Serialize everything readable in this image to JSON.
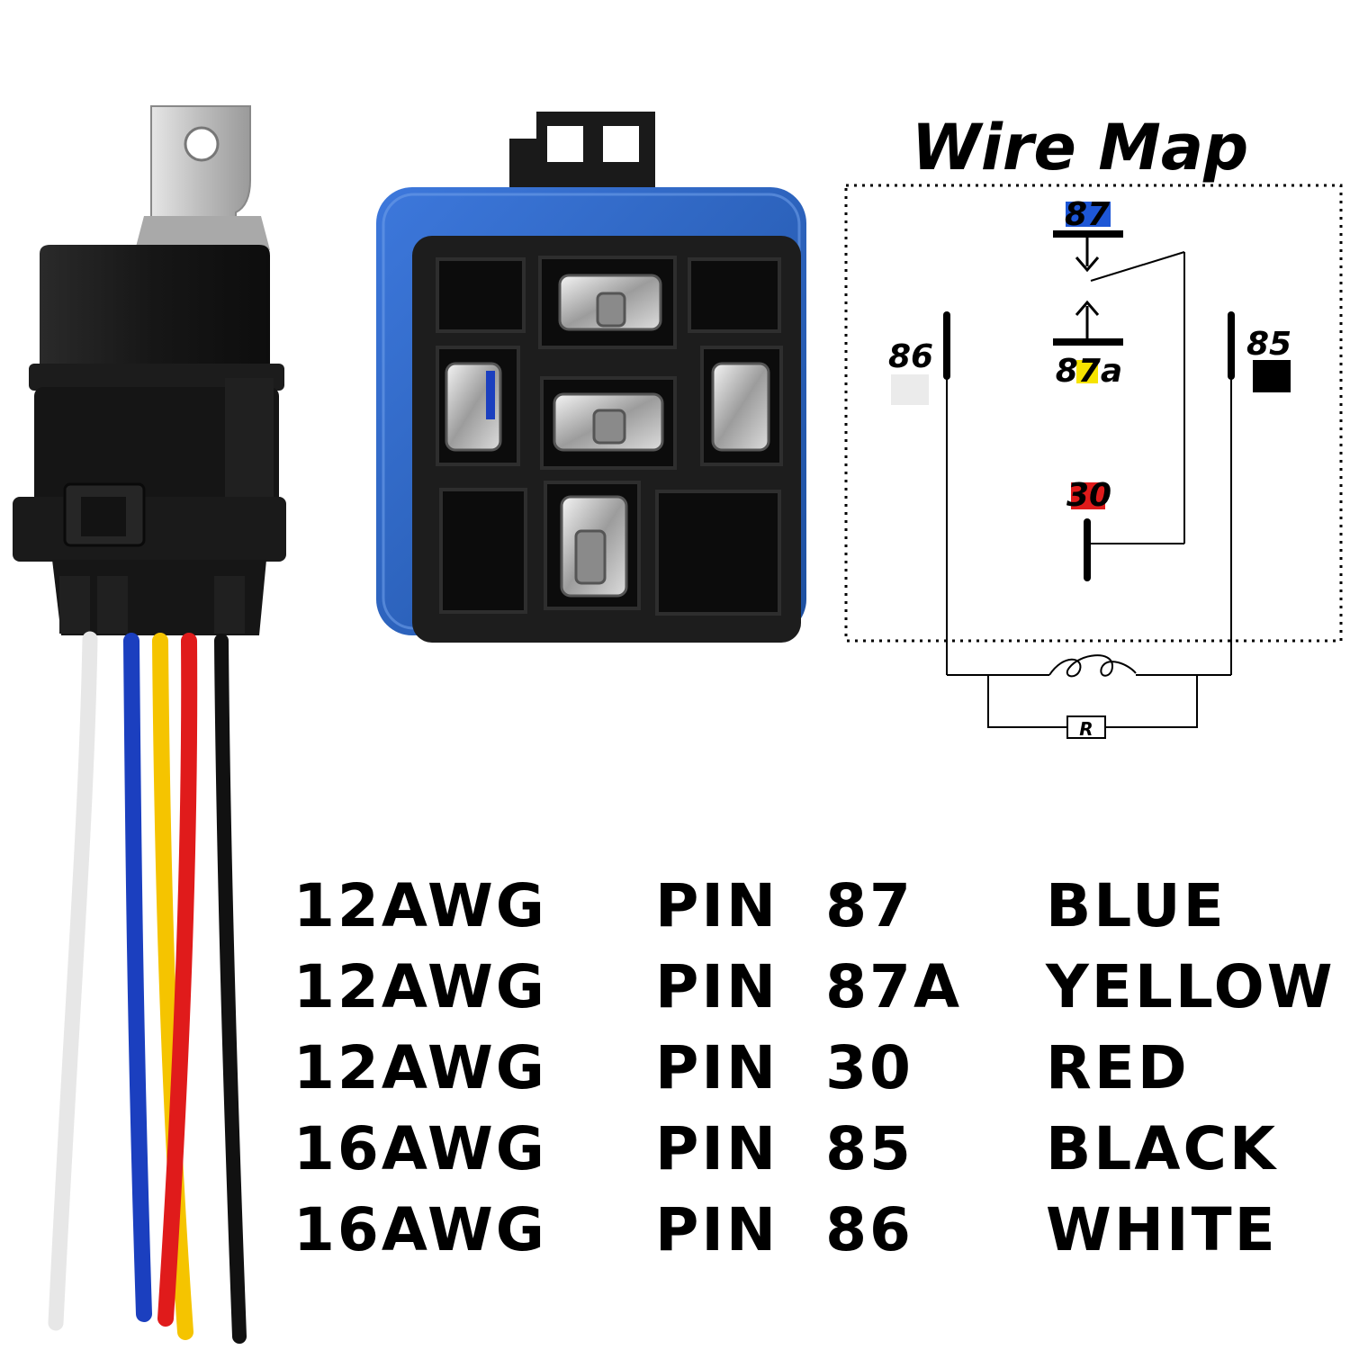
{
  "wire_map": {
    "title": "Wire Map",
    "pins": {
      "p87": "87",
      "p87a": "87a",
      "p86": "86",
      "p85": "85",
      "p30": "30"
    },
    "resistor_label": "R"
  },
  "wire_colors": {
    "white": "#f2f2f2",
    "blue": "#1b3fbf",
    "yellow": "#f5c400",
    "red": "#e01b1b",
    "black": "#111111"
  },
  "connector_colors": {
    "relay_body": "#161616",
    "socket_blue": "#2a62c4",
    "bracket": "#c8c8c8"
  },
  "specs": [
    {
      "gauge": "12AWG",
      "pin": "PIN  87",
      "color": "BLUE"
    },
    {
      "gauge": "12AWG",
      "pin": "PIN  87A",
      "color": "YELLOW"
    },
    {
      "gauge": "12AWG",
      "pin": "PIN  30",
      "color": "RED"
    },
    {
      "gauge": "16AWG",
      "pin": "PIN  85",
      "color": "BLACK"
    },
    {
      "gauge": "16AWG",
      "pin": "PIN  86",
      "color": "WHITE"
    }
  ]
}
